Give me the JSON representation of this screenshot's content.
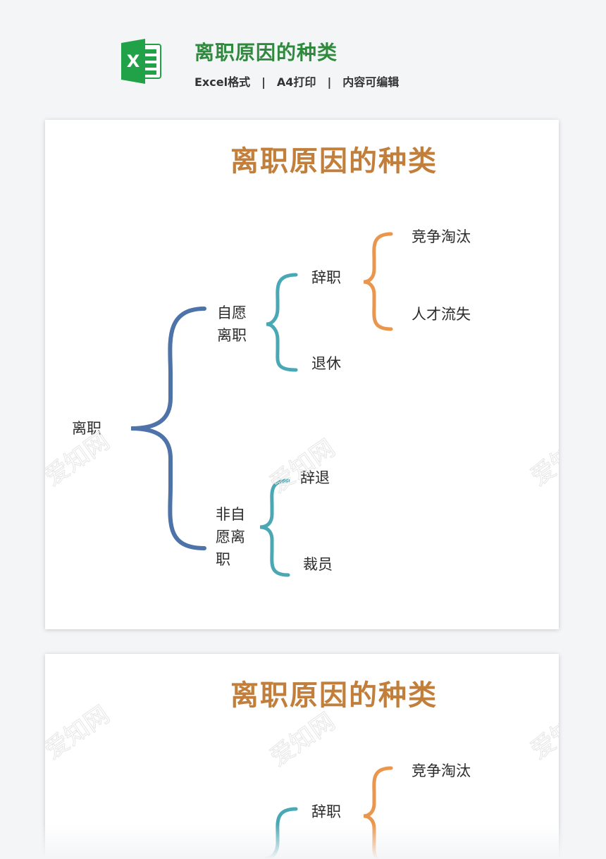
{
  "header": {
    "title": "离职原因的种类",
    "meta": [
      "Excel格式",
      "A4打印",
      "内容可编辑"
    ],
    "separator": "|",
    "logo_letter": "X",
    "logo_color": "#21a249",
    "title_color": "#2f8a3e"
  },
  "document": {
    "title": "离职原因的种类",
    "title_color": "#c27f3c",
    "root": "离职",
    "branches": {
      "voluntary": "自愿\n离职",
      "involuntary": "非自\n愿离\n职"
    },
    "voluntary_children": [
      "辞职",
      "退休"
    ],
    "resign_children": [
      "竞争淘汰",
      "人才流失"
    ],
    "involuntary_children": [
      "辞退",
      "裁员"
    ],
    "brace_colors": {
      "root": "#4d73a8",
      "level2": "#4aa8b5",
      "level3": "#e9974e"
    }
  },
  "watermark": "爱知网"
}
